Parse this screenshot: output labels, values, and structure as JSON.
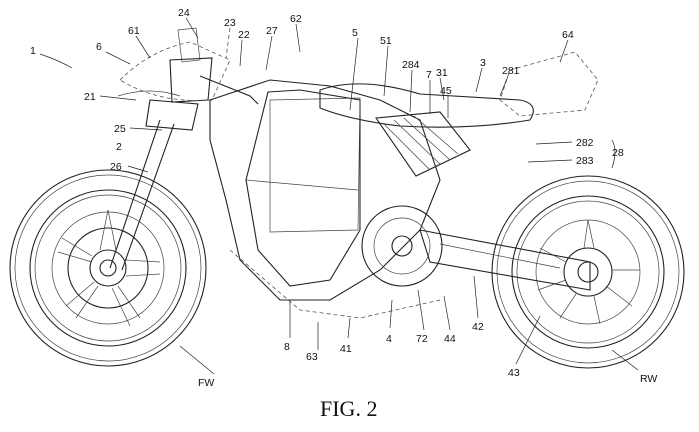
{
  "figure": {
    "caption": "FIG. 2",
    "labels": [
      {
        "id": "l1",
        "text": "1"
      },
      {
        "id": "l6",
        "text": "6"
      },
      {
        "id": "l61",
        "text": "61"
      },
      {
        "id": "l24",
        "text": "24"
      },
      {
        "id": "l23",
        "text": "23"
      },
      {
        "id": "l22",
        "text": "22"
      },
      {
        "id": "l27",
        "text": "27"
      },
      {
        "id": "l62",
        "text": "62"
      },
      {
        "id": "l5",
        "text": "5"
      },
      {
        "id": "l51",
        "text": "51"
      },
      {
        "id": "l284",
        "text": "284"
      },
      {
        "id": "l7",
        "text": "7"
      },
      {
        "id": "l31",
        "text": "31"
      },
      {
        "id": "l3",
        "text": "3"
      },
      {
        "id": "l281",
        "text": "281"
      },
      {
        "id": "l64",
        "text": "64"
      },
      {
        "id": "l45",
        "text": "45"
      },
      {
        "id": "l21",
        "text": "21"
      },
      {
        "id": "l25",
        "text": "25"
      },
      {
        "id": "l2",
        "text": "2"
      },
      {
        "id": "l26",
        "text": "26"
      },
      {
        "id": "l282",
        "text": "282"
      },
      {
        "id": "l283",
        "text": "283"
      },
      {
        "id": "l28",
        "text": "28"
      },
      {
        "id": "l8",
        "text": "8"
      },
      {
        "id": "l63",
        "text": "63"
      },
      {
        "id": "l41",
        "text": "41"
      },
      {
        "id": "l4",
        "text": "4"
      },
      {
        "id": "l72",
        "text": "72"
      },
      {
        "id": "l44",
        "text": "44"
      },
      {
        "id": "l42",
        "text": "42"
      },
      {
        "id": "l43",
        "text": "43"
      },
      {
        "id": "lFW",
        "text": "FW"
      },
      {
        "id": "lRW",
        "text": "RW"
      }
    ]
  }
}
